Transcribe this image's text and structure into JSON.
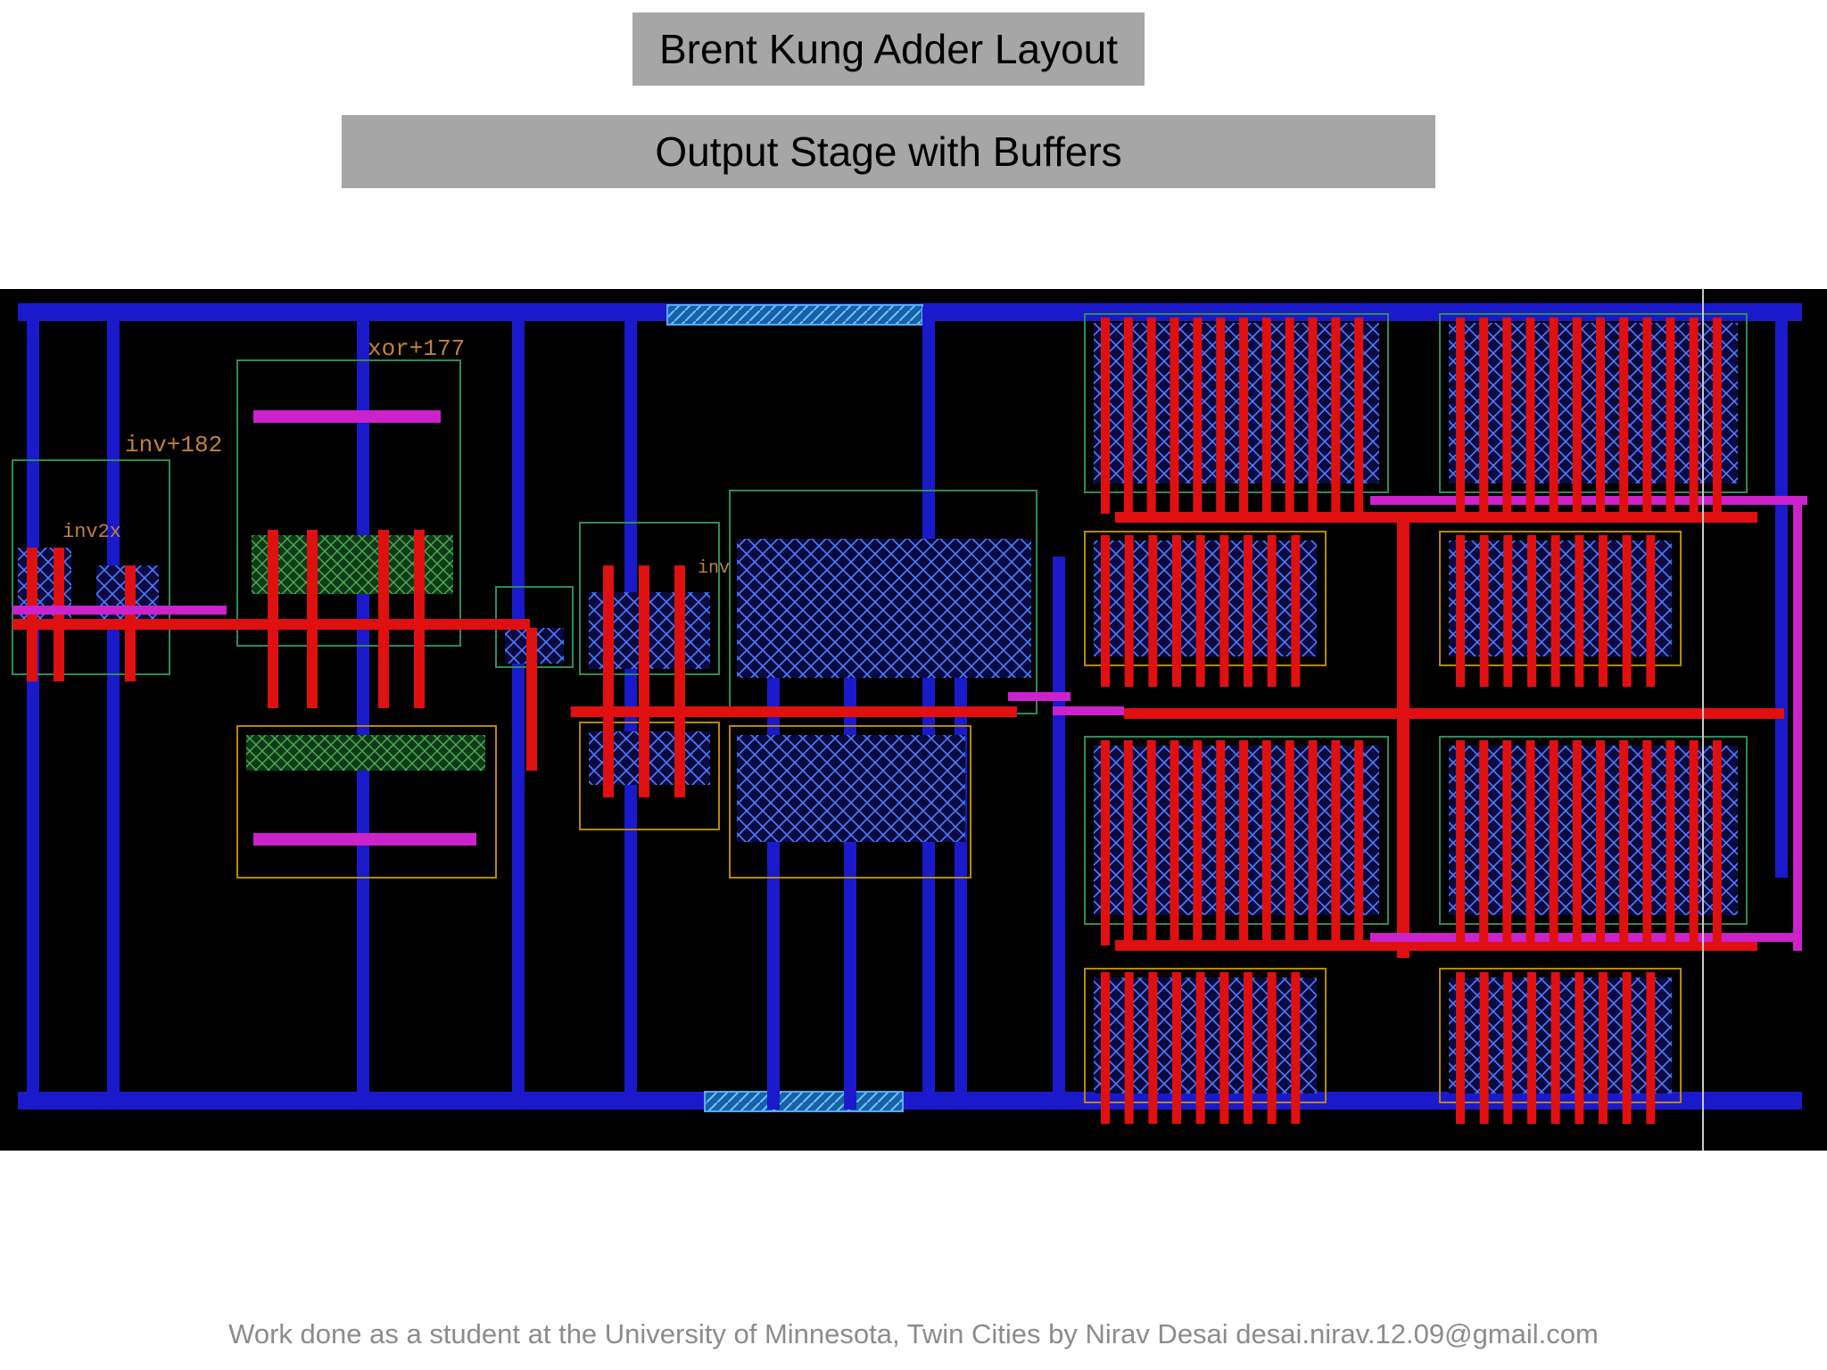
{
  "slide": {
    "title": "Brent Kung Adder Layout",
    "subtitle": "Output Stage with Buffers",
    "footer": "Work done as a student at the University of Minnesota, Twin Cities by Nirav Desai desai.nirav.12.09@gmail.com"
  },
  "layout": {
    "cell_labels": [
      "xor+177",
      "inv+182",
      "inv2x",
      "inv"
    ],
    "colors": {
      "background": "#000000",
      "metal1": "#1a1acc",
      "poly": "#e01010",
      "via": "#cc22cc",
      "nwell": "#2e8b57",
      "pwell": "#b8860b",
      "diffusion": "#3366ff",
      "label": "#c0803c"
    }
  }
}
